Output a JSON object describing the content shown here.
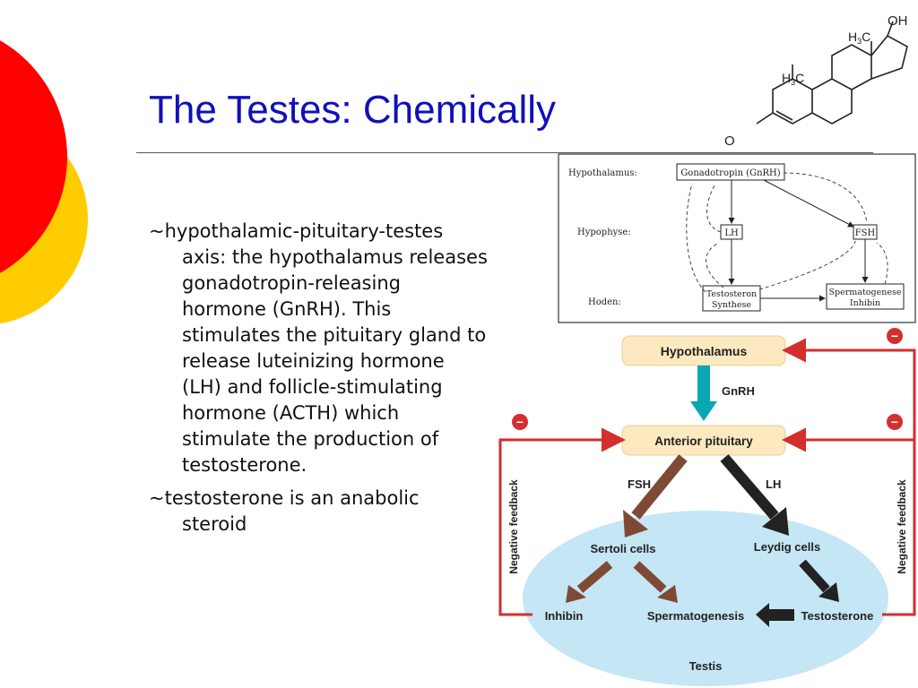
{
  "slide": {
    "title": "The Testes: Chemically",
    "bullets": [
      "~hypothalamic-pituitary-testes axis: the hypothalamus releases gonadotropin-releasing hormone (GnRH). This stimulates the pituitary gland to release luteinizing hormone (LH) and follicle-stimulating hormone (ACTH) which stimulate the production of testosterone.",
      "~testosterone is an anabolic steroid"
    ],
    "colors": {
      "title": "#1010b8",
      "circle_red": "#ff0000",
      "circle_yellow": "#ffcc00"
    }
  },
  "molecule": {
    "oh": "OH",
    "h3c_top": "H3C",
    "h3c_mid": "H3C",
    "o": "O"
  },
  "small_diagram": {
    "row_labels": [
      "Hypothalamus:",
      "Hypophyse:",
      "Hoden:"
    ],
    "gnrh": "Gonadotropin (GnRH)",
    "lh": "LH",
    "fsh": "FSH",
    "testosteron": [
      "Testosteron",
      "Synthese"
    ],
    "spermatogenese": [
      "Spermatogenese",
      "Inhibin"
    ]
  },
  "feedback_diagram": {
    "hypothalamus": "Hypothalamus",
    "gnrh": "GnRH",
    "anterior_pituitary": "Anterior pituitary",
    "fsh": "FSH",
    "lh": "LH",
    "sertoli": "Sertoli cells",
    "leydig": "Leydig cells",
    "inhibin": "Inhibin",
    "spermatogenesis": "Spermatogenesis",
    "testosterone": "Testosterone",
    "testis": "Testis",
    "negative_feedback": "Negative feedback",
    "minus": "−",
    "colors": {
      "box_fill": "#fde9bf",
      "testis_fill": "#c5e6f4",
      "feedback_red": "#d42e2e",
      "gnrh_arrow": "#0aa6b4",
      "fsh_arrow": "#7e4a36",
      "lh_arrow": "#222222"
    }
  }
}
